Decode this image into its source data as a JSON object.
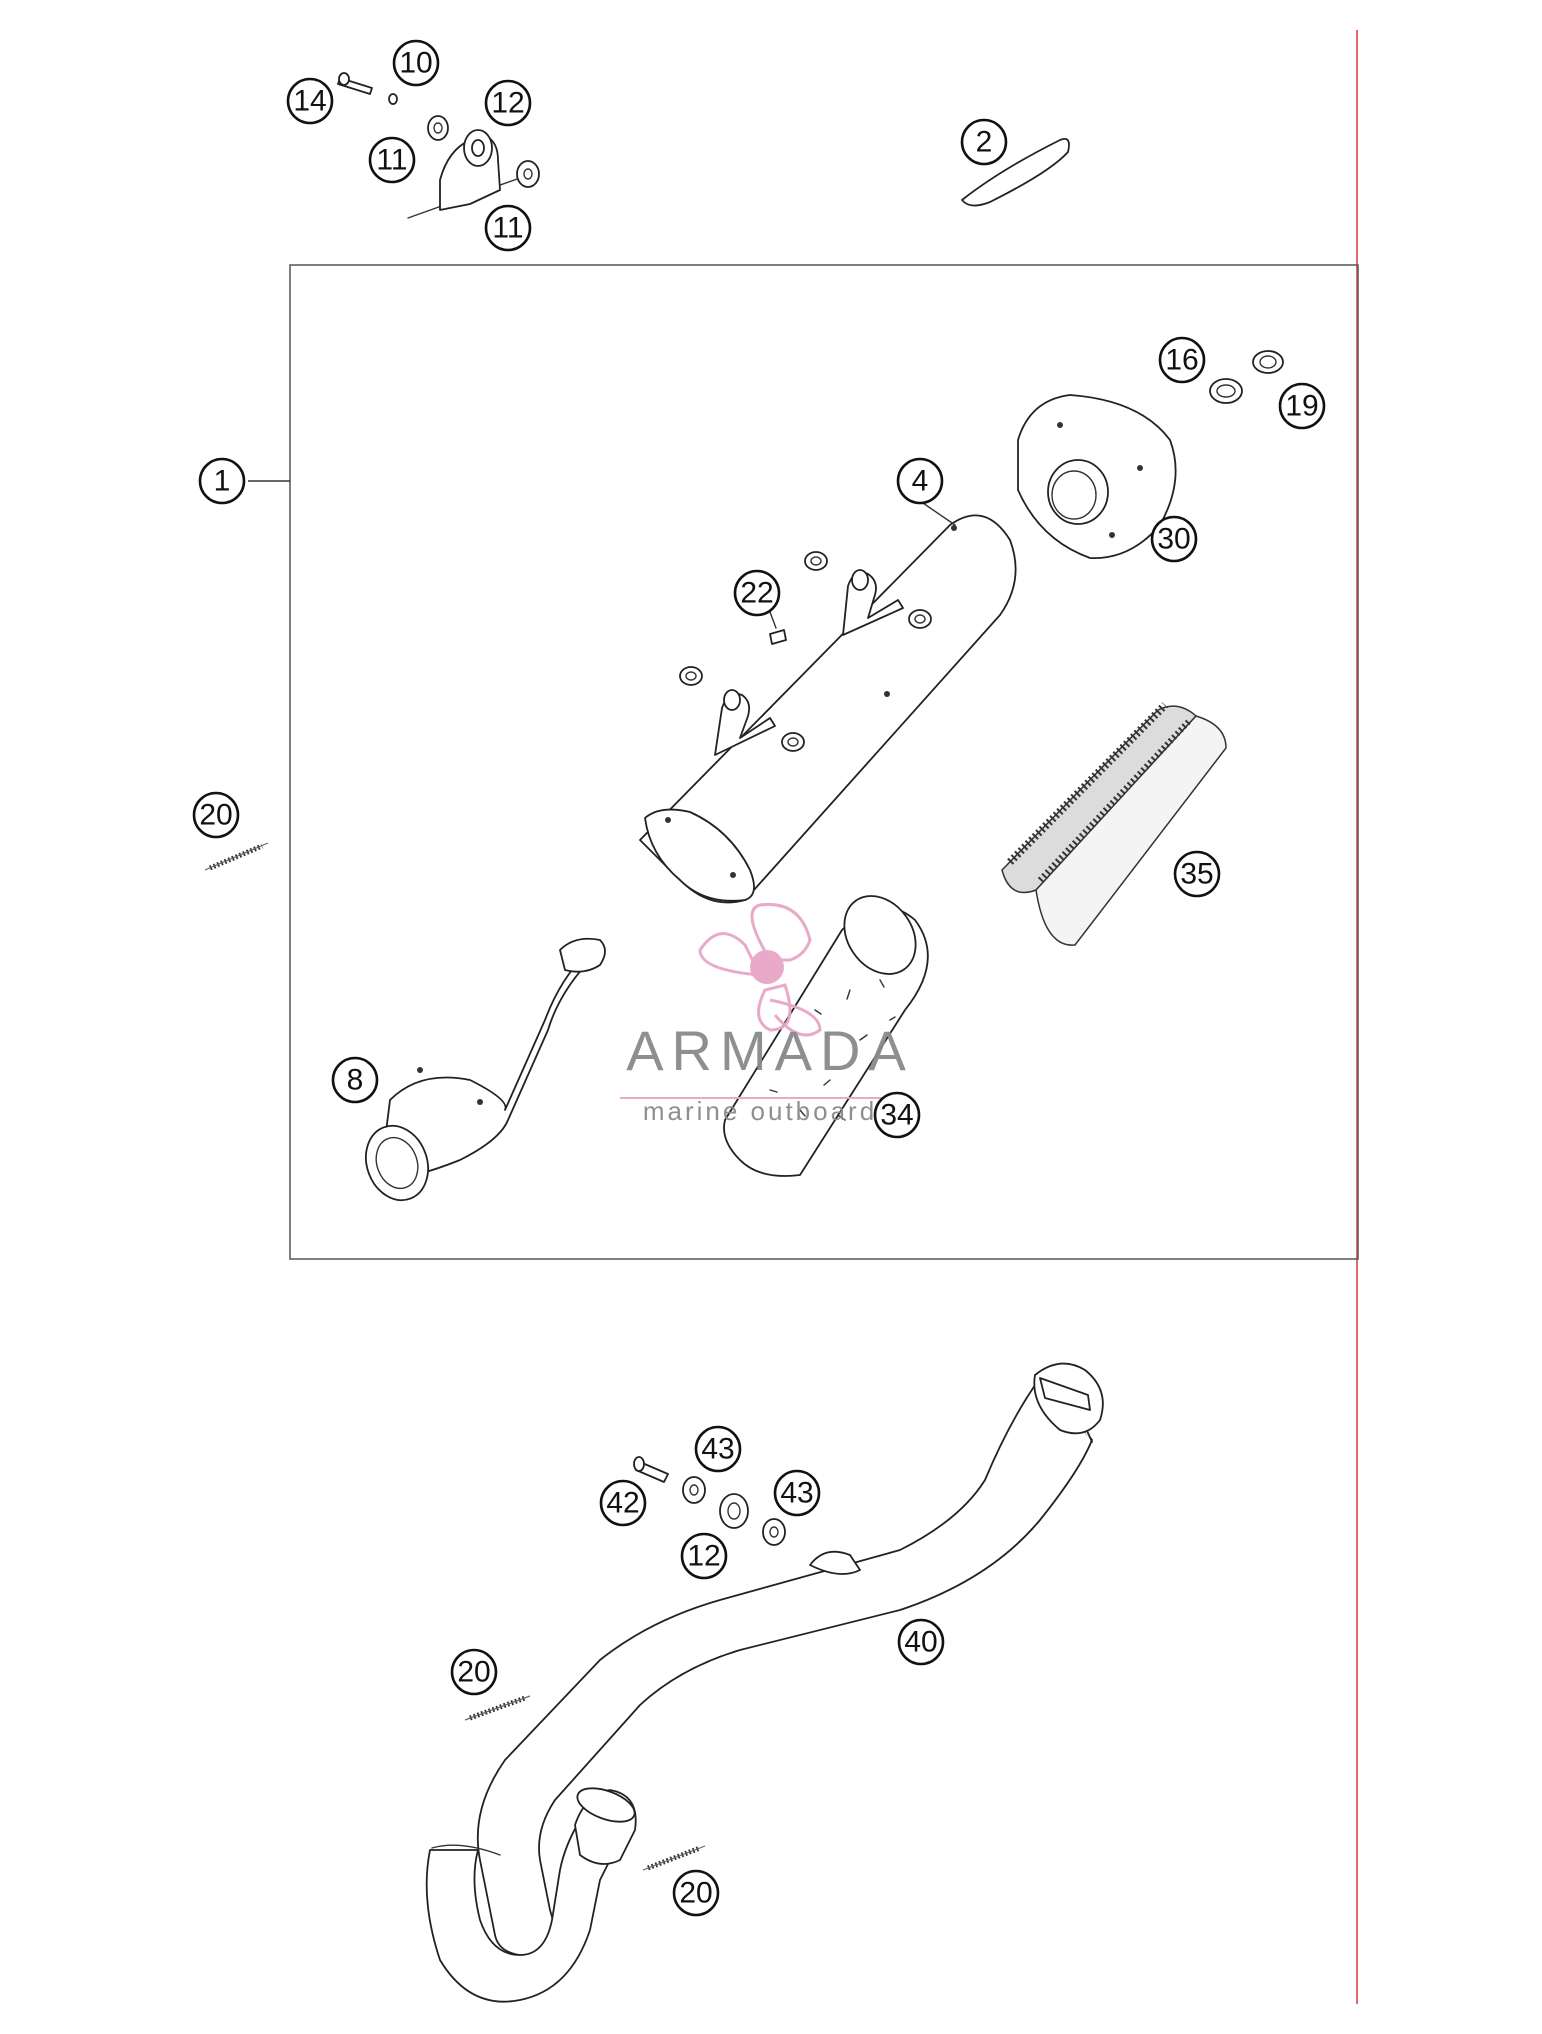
{
  "diagram": {
    "callouts": [
      {
        "id": "c1",
        "label": "1"
      },
      {
        "id": "c2",
        "label": "2"
      },
      {
        "id": "c4",
        "label": "4"
      },
      {
        "id": "c8",
        "label": "8"
      },
      {
        "id": "c10",
        "label": "10"
      },
      {
        "id": "c11a",
        "label": "11"
      },
      {
        "id": "c11b",
        "label": "11"
      },
      {
        "id": "c12a",
        "label": "12"
      },
      {
        "id": "c12b",
        "label": "12"
      },
      {
        "id": "c14",
        "label": "14"
      },
      {
        "id": "c16",
        "label": "16"
      },
      {
        "id": "c19",
        "label": "19"
      },
      {
        "id": "c20a",
        "label": "20"
      },
      {
        "id": "c20b",
        "label": "20"
      },
      {
        "id": "c20c",
        "label": "20"
      },
      {
        "id": "c22",
        "label": "22"
      },
      {
        "id": "c30",
        "label": "30"
      },
      {
        "id": "c34",
        "label": "34"
      },
      {
        "id": "c35",
        "label": "35"
      },
      {
        "id": "c40",
        "label": "40"
      },
      {
        "id": "c42",
        "label": "42"
      },
      {
        "id": "c43a",
        "label": "43"
      },
      {
        "id": "c43b",
        "label": "43"
      }
    ]
  },
  "watermark": {
    "brand": "ARMADA",
    "tagline": "marine outboard",
    "color": "#e8a6c8"
  },
  "colors": {
    "line": "#222222",
    "border_line": "#e06a6a"
  }
}
